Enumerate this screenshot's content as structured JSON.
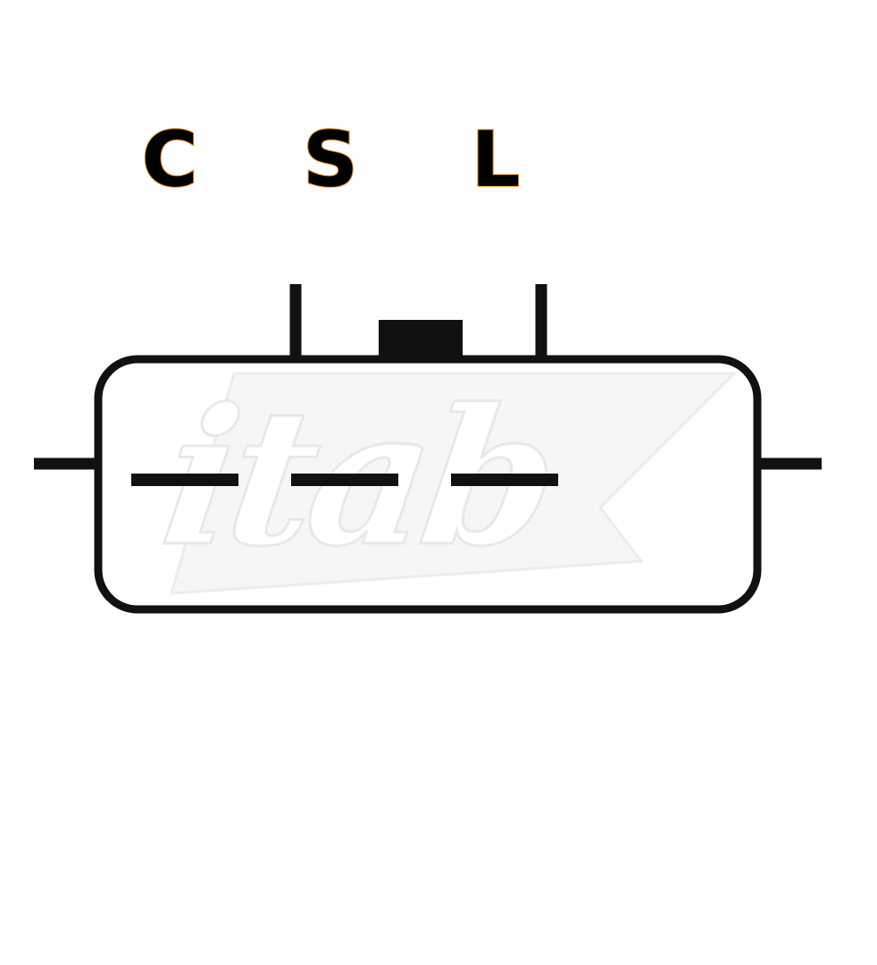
{
  "diagram": {
    "pin_labels": [
      "C",
      "S",
      "L"
    ]
  },
  "watermark": {
    "text": "itab"
  },
  "colors": {
    "stroke": "#111111",
    "label_fill": "#000000",
    "label_halo": "#e58a1f",
    "background": "#ffffff",
    "watermark": "#f4f4f4",
    "watermark_edge": "#e9e9e9"
  }
}
